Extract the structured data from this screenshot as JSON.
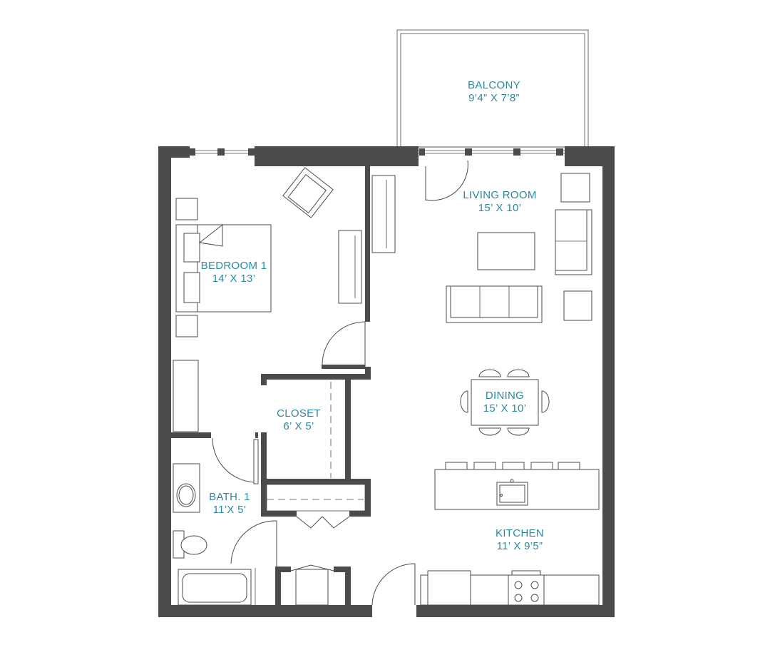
{
  "rooms": {
    "balcony": {
      "name": "BALCONY",
      "size": "9’4” X 7’8”",
      "color": "#2a8a9e"
    },
    "living": {
      "name": "LIVING ROOM",
      "size": "15’ X 10’",
      "color": "#2a8a9e"
    },
    "bedroom": {
      "name": "BEDROOM 1",
      "size": "14’ X 13’",
      "color": "#2a8a9e"
    },
    "dining": {
      "name": "DINING",
      "size": "15’ X 10’",
      "color": "#2a8a9e"
    },
    "closet": {
      "name": "CLOSET",
      "size": "6’ X 5’",
      "color": "#2a8a9e"
    },
    "bath": {
      "name": "BATH. 1",
      "size": "11’X 5’",
      "color": "#2a8a9e"
    },
    "kitchen": {
      "name": "KITCHEN",
      "size": "11’ X 9’5”",
      "color": "#2a8a9e"
    }
  },
  "colors": {
    "wall": "#4a4b4d",
    "label": "#2a8a9e",
    "background": "#ffffff"
  }
}
